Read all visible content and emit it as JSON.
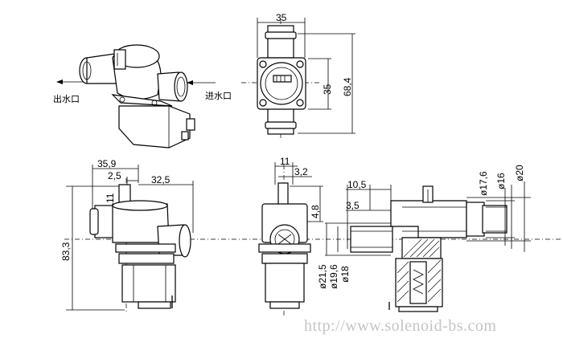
{
  "labels": {
    "outlet": "出水口",
    "inlet": "进水口"
  },
  "dimensions": {
    "top_width": "35",
    "top_body": "35",
    "top_height": "68,4",
    "front_width": "35,9",
    "front_small": "2,5",
    "front_right": "32,5",
    "front_tab": "11",
    "front_height": "83,3",
    "side_width": "11",
    "side_small": "3,2",
    "side_tab": "4,8",
    "section_a": "10,5",
    "section_b": "3,5",
    "dia_17_6": "ø17,6",
    "dia_16": "ø16",
    "dia_20": "ø20",
    "dia_21_5": "ø21,5",
    "dia_19_6": "ø19,6",
    "dia_18": "ø18"
  },
  "watermark": "http://www.solenoid-bs.com"
}
